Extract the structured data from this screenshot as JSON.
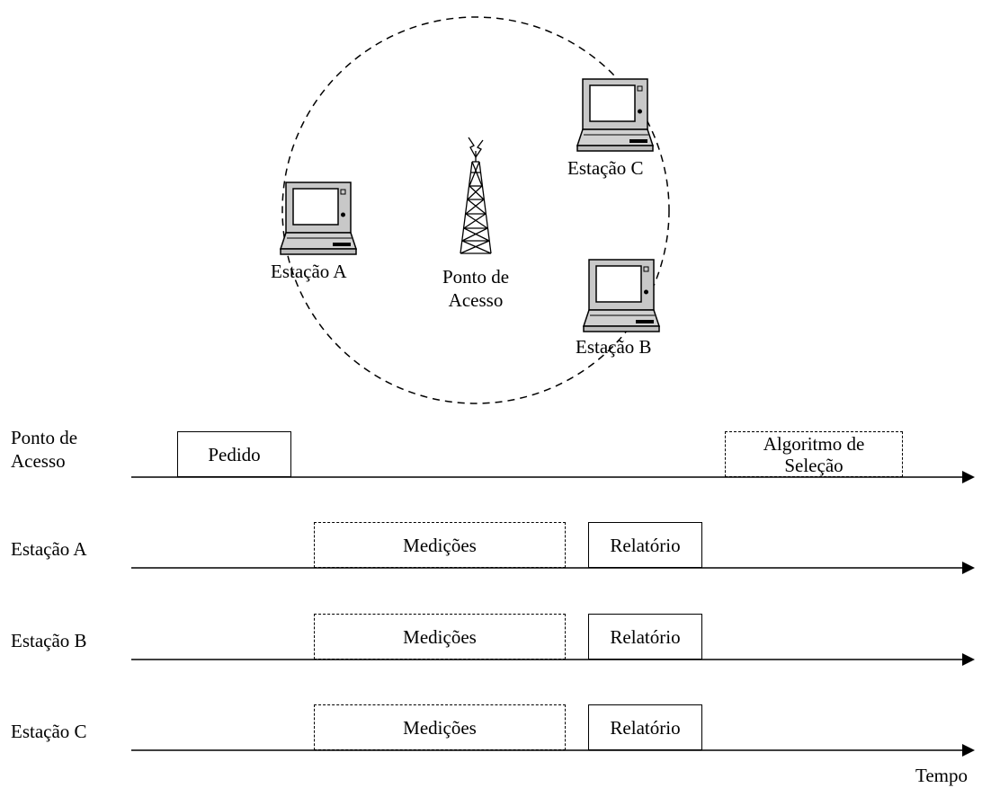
{
  "network": {
    "access_point_label": "Ponto de Acesso",
    "station_a_label": "Estação A",
    "station_b_label": "Estação B",
    "station_c_label": "Estação C",
    "coverage_icon": "dashed-circle-coverage",
    "tower_icon": "antenna-tower-icon",
    "laptop_icon": "laptop-icon"
  },
  "timeline": {
    "rows": [
      {
        "label": "Ponto de Acesso"
      },
      {
        "label": "Estação A"
      },
      {
        "label": "Estação B"
      },
      {
        "label": "Estação C"
      }
    ],
    "pedido": "Pedido",
    "algoritmo": "Algoritmo de Seleção",
    "medicoes": "Medições",
    "relatorio": "Relatório",
    "axis_label": "Tempo"
  }
}
